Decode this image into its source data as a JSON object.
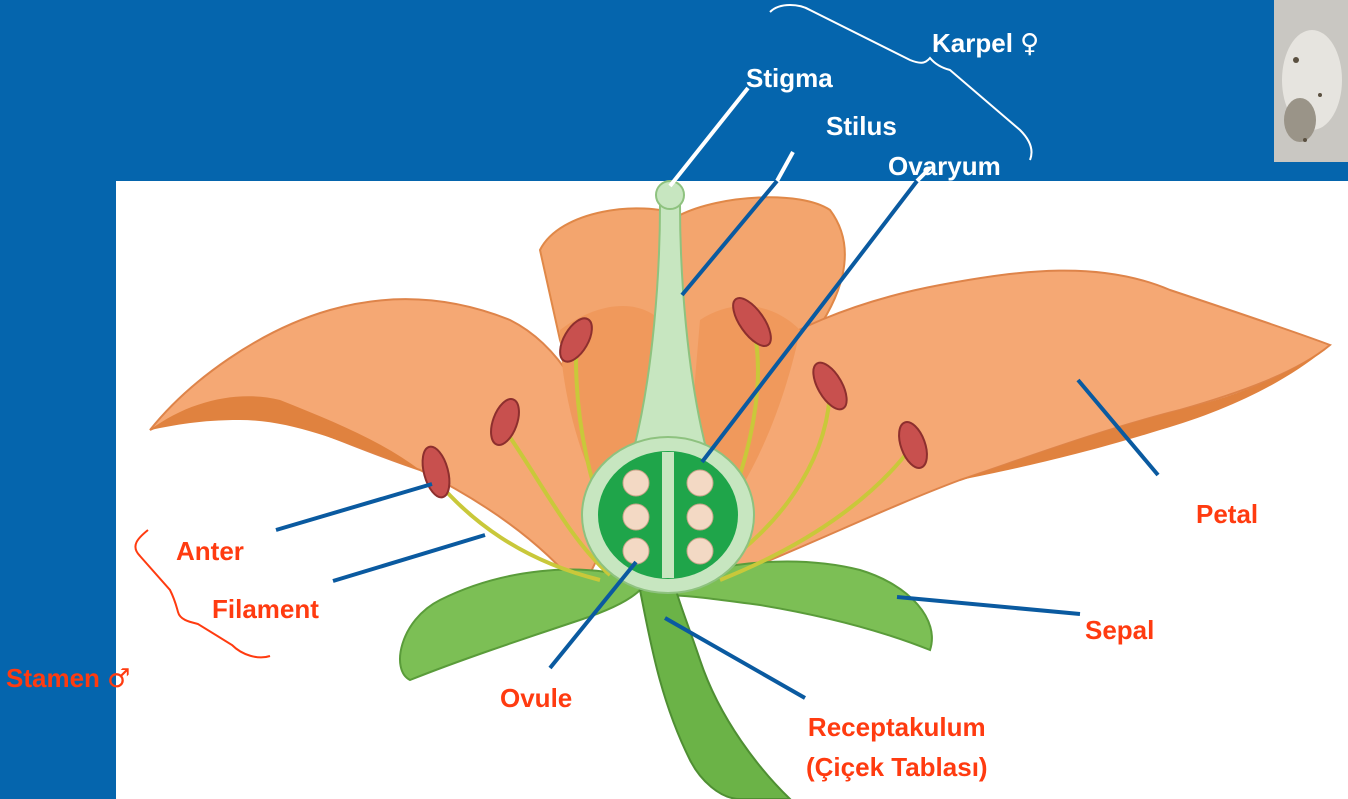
{
  "labels": {
    "karpel": "Karpel",
    "karpel_symbol": "♀",
    "stigma": "Stigma",
    "stilus": "Stilus",
    "ovaryum": "Ovaryum",
    "anter": "Anter",
    "filament": "Filament",
    "stamen": "Stamen",
    "stamen_symbol": "♂",
    "ovule": "Ovule",
    "receptakulum_line1": "Receptakulum",
    "receptakulum_line2": "(Çiçek Tablası)",
    "petal": "Petal",
    "sepal": "Sepal"
  },
  "colors": {
    "background": "#0565ad",
    "panel": "#ffffff",
    "label_white": "#ffffff",
    "label_red": "#ff3b10",
    "leader_line": "#0a5aa0",
    "petal": "#f0a06a",
    "sepal": "#7cbf55",
    "ovary": "#1fa54a",
    "anther": "#c8504e",
    "filament": "#c9c83a"
  }
}
